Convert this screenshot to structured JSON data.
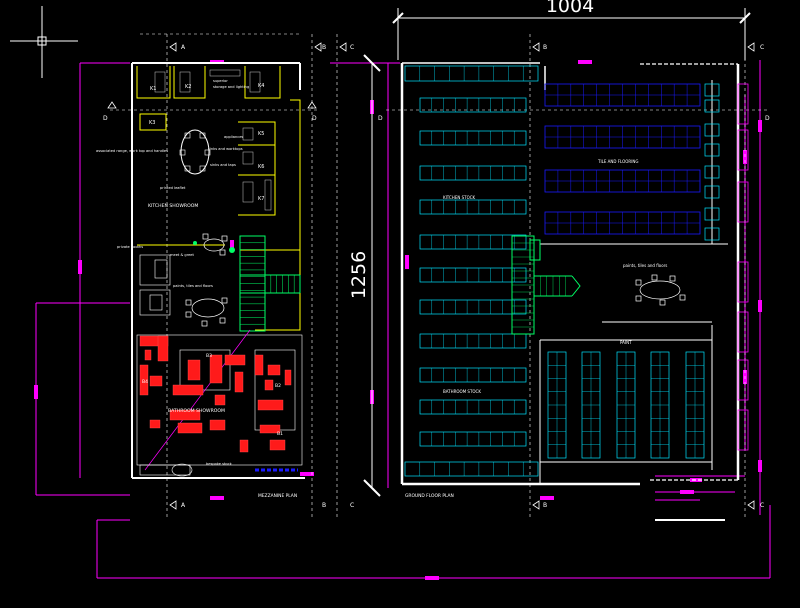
{
  "dimensions": {
    "width_value": "1004",
    "height_value": "1256"
  },
  "grid_labels": {
    "a": "A",
    "b": "B",
    "c": "C",
    "d": "D"
  },
  "mezzanine": {
    "title": "MEZZANINE PLAN",
    "rooms": {
      "k1": "K1",
      "k2": "K2",
      "k3": "K3",
      "k4": "K4",
      "k5": "K5",
      "k6": "K6",
      "k7": "K7",
      "b1": "B1",
      "b2": "B2",
      "b3": "B3",
      "b4": "B4"
    },
    "labels": {
      "superior_storage": "superior",
      "storage_lighting": "storage and lighting",
      "appliances": "appliances",
      "sinks_and_worktops": "sinks and worktops",
      "sinks_taps": "sinks and taps",
      "associated_range": "associated range, work top and handles",
      "kitchen_showroom": "KITCHEN SHOWROOM",
      "printed_leaflet": "printed leaflet",
      "private_booths": "private booths",
      "meet_greet": "meet & greet",
      "paints_tiles": "paints, tiles and floors",
      "bathroom_showroom": "BATHROOM SHOWROOM",
      "bespoke_stock": "bespoke stock"
    }
  },
  "ground": {
    "title": "GROUND FLOOR PLAN",
    "labels": {
      "tile_flooring": "TILE AND FLOORING",
      "kitchen_stock": "KITCHEN STOCK",
      "bathroom_stock": "BATHROOM STOCK",
      "paint": "PAINT",
      "paints_tiles": "paints, tiles and floors"
    }
  },
  "colors": {
    "background": "#000000",
    "dimension": "#ff00ff",
    "wall": "#ffffff",
    "shelving": "#00e5ff",
    "racking": "#1a1aff",
    "stair": "#00ff66",
    "kitchen": "#ffff00",
    "bathroom": "#ff0000"
  }
}
